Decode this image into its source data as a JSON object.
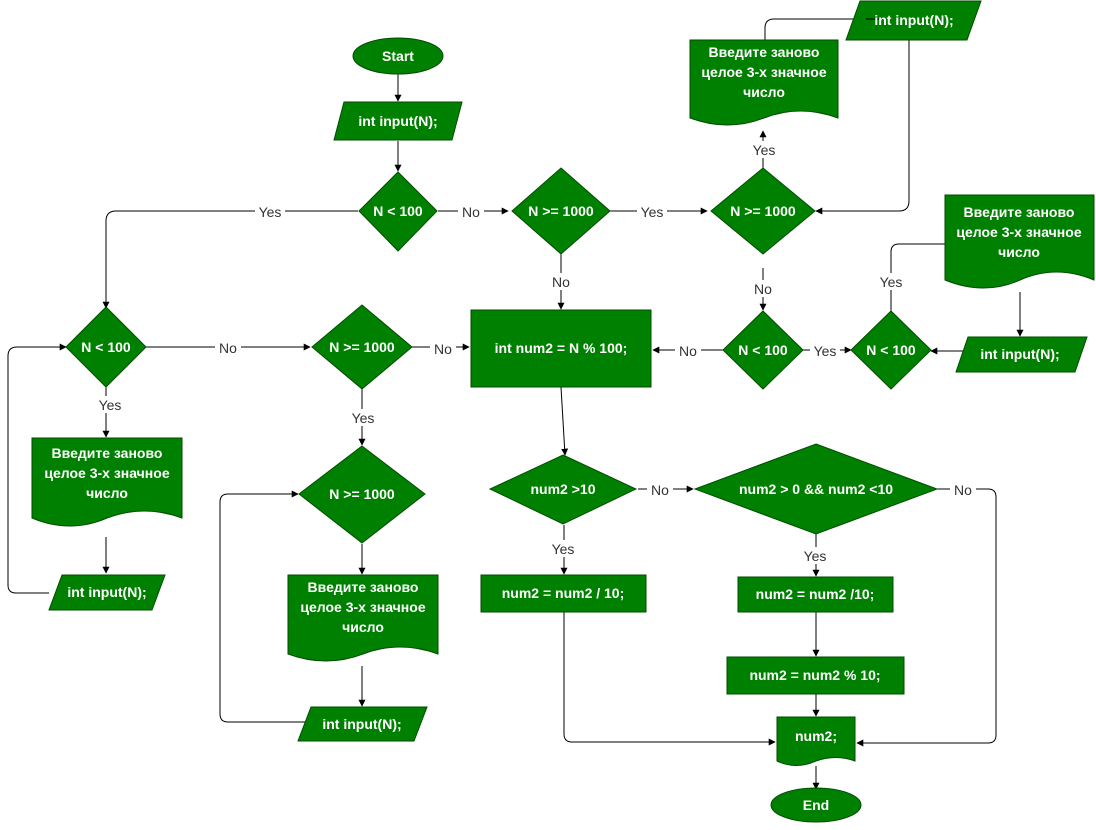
{
  "nodes": {
    "start": "Start",
    "input1": "int input(N);",
    "d_lt100_a": "N < 100",
    "d_ge1000_a": "N >= 1000",
    "d_ge1000_b": "N >= 1000",
    "input_top": "int input(N);",
    "msg_top": [
      "Введите заново",
      "целое 3-х значное",
      "число"
    ],
    "d_lt100_b": "N < 100",
    "d_ge1000_c": "N >= 1000",
    "num2_calc": "int num2 = N % 100;",
    "d_lt100_c": "N < 100",
    "d_lt100_d": "N < 100",
    "msg_right": [
      "Введите заново",
      "целое 3-х значное",
      "число"
    ],
    "input_right": "int input(N);",
    "msg_left": [
      "Введите заново",
      "целое 3-х значное",
      "число"
    ],
    "input_left": "int input(N);",
    "d_ge1000_d": "N >= 1000",
    "msg_mid": [
      "Введите заново",
      "целое 3-х значное",
      "число"
    ],
    "input_mid": "int input(N);",
    "d_num2_gt10": "num2 >10",
    "d_num2_range": "num2  > 0 && num2 <10",
    "p_div10_a": "num2 = num2 / 10;",
    "p_div10_b": "num2 = num2 /10;",
    "p_mod10": "num2  = num2 % 10;",
    "out_num2": "num2;",
    "end": "End"
  },
  "edge_labels": {
    "yes": "Yes",
    "no": "No"
  },
  "colors": {
    "node_fill": "#008000",
    "node_text": "#ffffff",
    "edge": "#000000"
  }
}
